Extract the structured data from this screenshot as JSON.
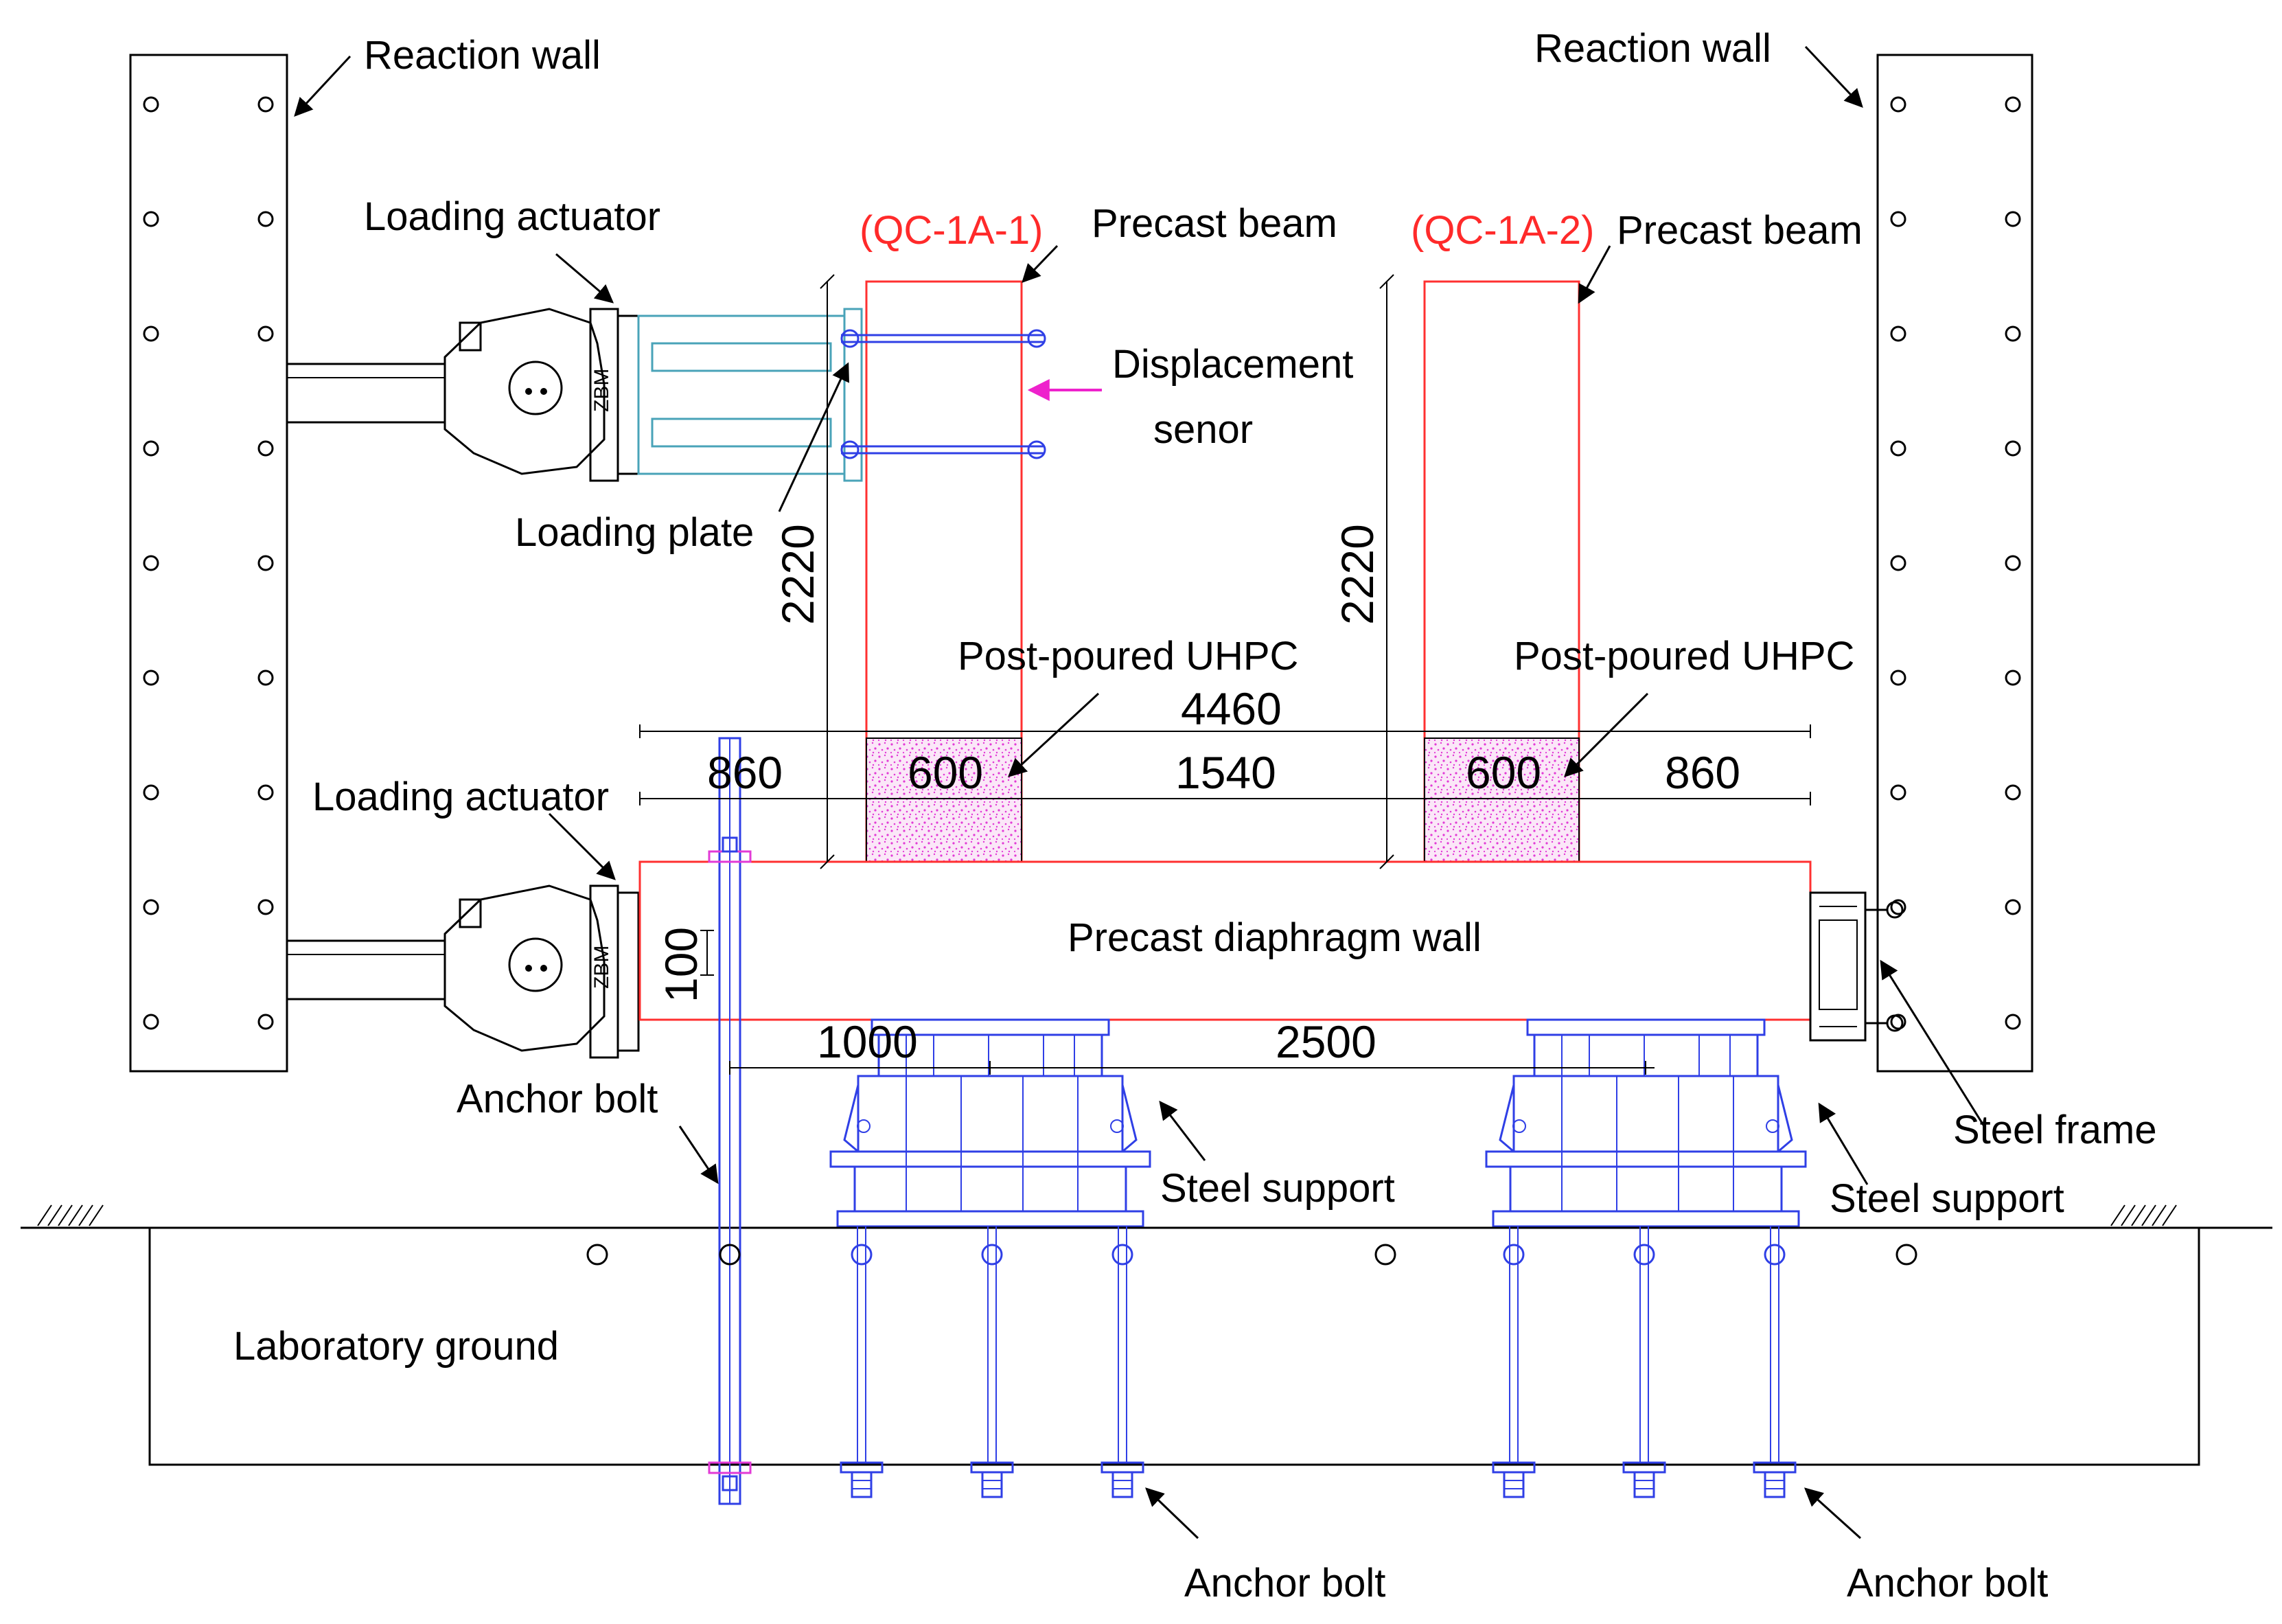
{
  "labels": {
    "reaction_wall_left": "Reaction wall",
    "reaction_wall_right": "Reaction wall",
    "loading_actuator_top": "Loading actuator",
    "loading_actuator_bottom": "Loading actuator",
    "specimen_1": "(QC-1A-1)",
    "specimen_2": "(QC-1A-2)",
    "precast_beam_1": "Precast beam",
    "precast_beam_2": "Precast beam",
    "displacement_sensor_line1": "Displacement",
    "displacement_sensor_line2": "senor",
    "loading_plate": "Loading plate",
    "post_poured_uhpc_1": "Post-poured UHPC",
    "post_poured_uhpc_2": "Post-poured UHPC",
    "precast_diaphragm_wall": "Precast diaphragm wall",
    "anchor_bolt_left": "Anchor bolt",
    "anchor_bolt_bottom_1": "Anchor bolt",
    "anchor_bolt_bottom_2": "Anchor bolt",
    "steel_support_1": "Steel support",
    "steel_support_2": "Steel support",
    "steel_frame": "Steel frame",
    "laboratory_ground": "Laboratory ground",
    "actuator_badge": "ZBM"
  },
  "dimensions": {
    "beam_height_1": "2220",
    "beam_height_2": "2220",
    "overall_length": "4460",
    "left_offset": "860",
    "beam_width_1": "600",
    "beam_spacing": "1540",
    "beam_width_2": "600",
    "right_offset": "860",
    "bolt_offset": "100",
    "support_offset": "1000",
    "support_spacing": "2500"
  },
  "colors": {
    "specimen_label": "#ff2a2a",
    "outline_red": "#ff3030",
    "steel_blue": "#2f3fe6",
    "uhpc_fill": "#e23ad6",
    "sensor_arrow": "#ee22cc",
    "loading_plate": "#49a3b8"
  }
}
